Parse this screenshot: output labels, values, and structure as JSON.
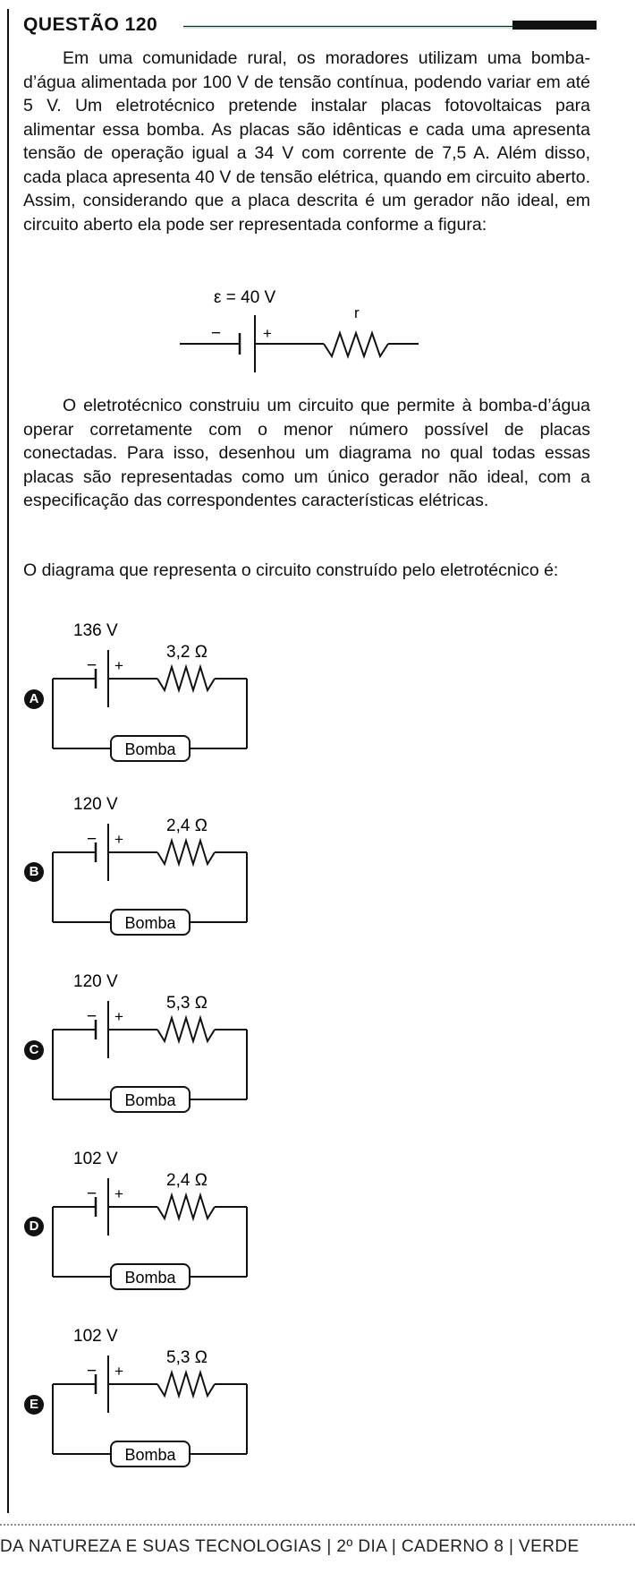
{
  "question": {
    "title": "QUESTÃO 120"
  },
  "paragraphs": {
    "intro": "Em uma comunidade rural, os moradores utilizam uma bomba-d’água alimentada por 100 V de tensão contínua, podendo variar em até 5 V. Um eletrotécnico pretende instalar placas fotovoltaicas para alimentar essa bomba. As placas são idênticas e cada uma apresenta tensão de operação igual a 34 V com corrente de 7,5 A. Além disso, cada placa apresenta 40 V de tensão elétrica, quando em circuito aberto. Assim, considerando que a placa descrita é um gerador não ideal, em circuito aberto ela pode ser representada conforme a figura:",
    "middle": "O eletrotécnico construiu um circuito que permite à bomba-d’água operar corretamente com o menor número possível de placas conectadas. Para isso, desenhou um diagrama no qual todas essas placas são representadas como um único gerador não ideal, com a especificação das correspondentes características elétricas.",
    "prompt": "O diagrama que representa o circuito construído pelo eletrotécnico é:"
  },
  "figure": {
    "emf_label": "ε = 40 V",
    "resistor_label": "r",
    "minus": "−",
    "plus": "+"
  },
  "options": [
    {
      "letter": "A",
      "voltage": "136 V",
      "resistance": "3,2 Ω",
      "load": "Bomba"
    },
    {
      "letter": "B",
      "voltage": "120 V",
      "resistance": "2,4 Ω",
      "load": "Bomba"
    },
    {
      "letter": "C",
      "voltage": "120 V",
      "resistance": "5,3 Ω",
      "load": "Bomba"
    },
    {
      "letter": "D",
      "voltage": "102 V",
      "resistance": "2,4 Ω",
      "load": "Bomba"
    },
    {
      "letter": "E",
      "voltage": "102 V",
      "resistance": "5,3 Ω",
      "load": "Bomba"
    }
  ],
  "footer": {
    "text": "DA NATUREZA E SUAS TECNOLOGIAS | 2º DIA | CADERNO 8 | VERDE"
  }
}
